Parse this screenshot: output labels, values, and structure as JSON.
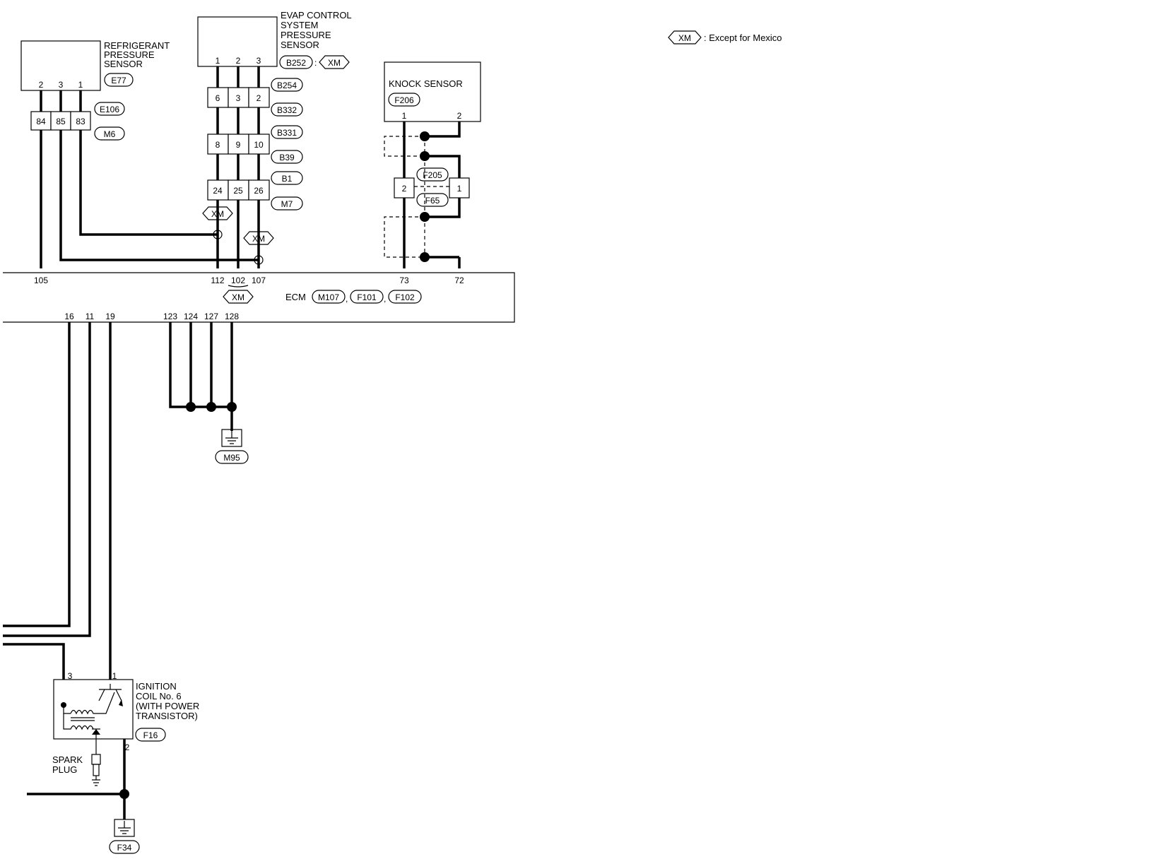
{
  "legend": {
    "xm_tag": "XM",
    "text": ": Except for Mexico"
  },
  "refrigerant_sensor": {
    "label": [
      "REFRIGERANT",
      "PRESSURE",
      "SENSOR"
    ],
    "connector": "E77",
    "pins": [
      "2",
      "3",
      "1"
    ]
  },
  "evap_sensor": {
    "label": [
      "EVAP CONTROL",
      "SYSTEM",
      "PRESSURE",
      "SENSOR"
    ],
    "connector": "B252",
    "colon": ":",
    "xm_tag": "XM",
    "pins": [
      "1",
      "2",
      "3"
    ]
  },
  "knock_sensor": {
    "label": "KNOCK SENSOR",
    "connector": "F206",
    "pins": [
      "1",
      "2"
    ]
  },
  "joint_e106_m6": {
    "pins": [
      "84",
      "85",
      "83"
    ],
    "tags": [
      "E106",
      "M6"
    ]
  },
  "evap_harness": {
    "rows": [
      [
        "6",
        "3",
        "2"
      ],
      [
        "8",
        "9",
        "10"
      ],
      [
        "24",
        "25",
        "26"
      ]
    ],
    "tags": [
      "B254",
      "B332",
      "B331",
      "B39",
      "B1",
      "M7"
    ],
    "xm_left": "XM",
    "xm_right": "XM"
  },
  "knock_joint": {
    "left_pin": "2",
    "right_pin": "1",
    "tags": [
      "F205",
      "F65"
    ]
  },
  "ecm": {
    "label": "ECM",
    "connectors": [
      "M107",
      "F101",
      "F102"
    ],
    "separator": ",",
    "top_pins": [
      "105",
      "112",
      "102",
      "107",
      "73",
      "72"
    ],
    "xm_tag": "XM",
    "bottom_pins": [
      "16",
      "11",
      "19",
      "123",
      "124",
      "127",
      "128"
    ]
  },
  "ground_m95": "M95",
  "ignition_coil": {
    "label": [
      "IGNITION",
      "COIL No. 6",
      "(WITH POWER",
      "TRANSISTOR)"
    ],
    "connector": "F16",
    "pins": [
      "3",
      "1",
      "2"
    ]
  },
  "spark_plug": {
    "label": [
      "SPARK",
      "PLUG"
    ]
  },
  "ground_f34": "F34"
}
